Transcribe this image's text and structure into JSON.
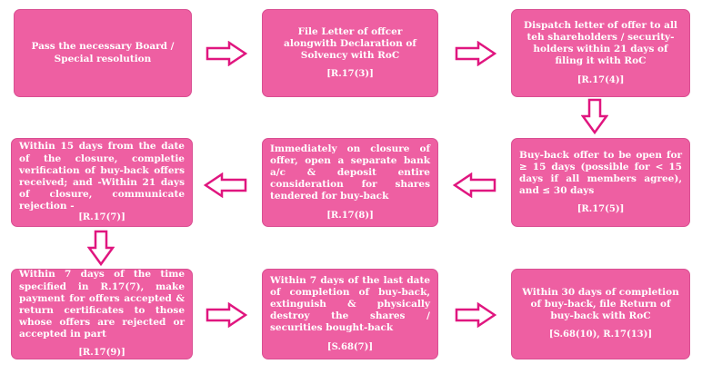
{
  "colors": {
    "box_fill": "#ee5fa2",
    "box_border": "#d94f92",
    "arrow_stroke": "#e0167f"
  },
  "steps": [
    {
      "text": "Pass the necessary Board / Special resolution",
      "ref": ""
    },
    {
      "text": "File  Letter of offcer alongwith Declaration of Solvency with RoC",
      "ref": "[R.17(3)]"
    },
    {
      "text": "Dispatch letter of offer to all teh shareholders / security-holders within 21 days of  filing it with RoC",
      "ref": "[R.17(4)]"
    },
    {
      "text": "Buy-back offer to be open for ≥ 15 days (possible for < 15 days if all members agree), and ≤ 30 days",
      "ref": "[R.17(5)]"
    },
    {
      "text": "Immediately on closure of offer, open a separate bank a/c & deposit entire consideration for shares tendered for buy-back",
      "ref": "[R.17(8)]"
    },
    {
      "text": "Within 15 days from the date of the closure, completie verification of buy-back offers received; and -Within 21 days of closure, communicate rejection -",
      "ref": "[R.17(7)]"
    },
    {
      "text": "Within 7 days of the time specified in R.17(7), make payment for offers accepted & return certificates to those whose offers are rejected or accepted in part",
      "ref": "[R.17(9)]"
    },
    {
      "text": "Within 7 days of the last date of completion of buy-back, extinguish & physically destroy the shares / securities bought-back",
      "ref": "[S.68(7)]"
    },
    {
      "text": "Within 30 days of completion of buy-back, file Return of buy-back with RoC",
      "ref": "[S.68(10), R.17(13)]"
    }
  ]
}
